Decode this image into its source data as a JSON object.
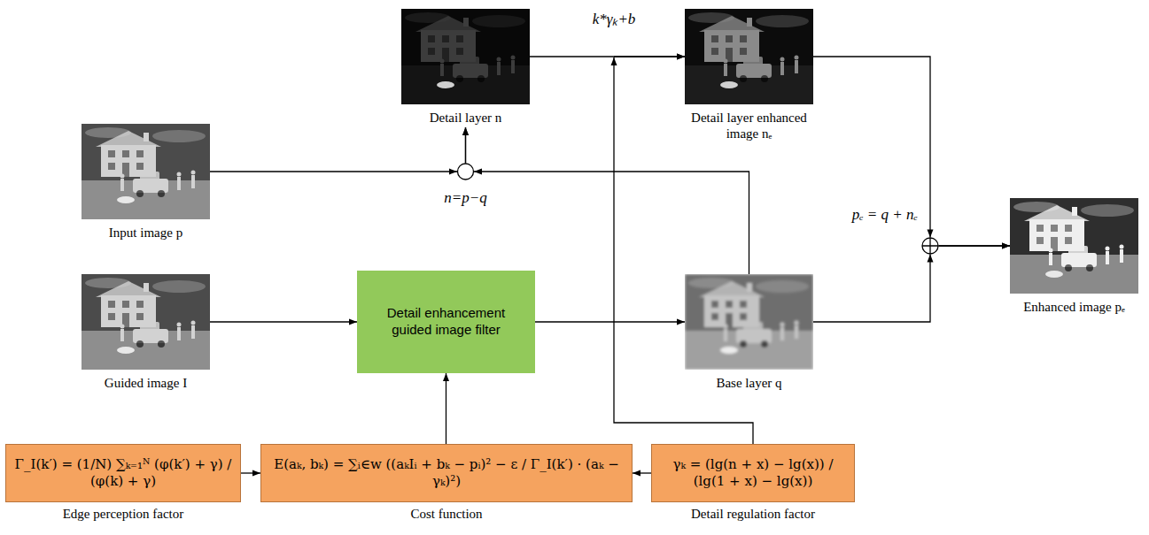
{
  "diagram": {
    "nodes": [
      {
        "text": [
          "Detail layer n"
        ]
      },
      {
        "text": [
          "Detail layer enhanced image nₑ"
        ]
      },
      {
        "text": [
          "Input image p"
        ]
      },
      {
        "text": [
          "Guided image I"
        ]
      },
      {
        "text": [
          "Detail enhancement guided image filter"
        ]
      },
      {
        "text": [
          "Base layer q"
        ]
      },
      {
        "text": [
          "Enhanced image pₑ"
        ]
      },
      {
        "text": [
          "Γ_I(k′) = (1/N) ∑ₖ₌₁ᴺ (φ(k′) + γ) / (φ(k) + γ)",
          "Edge perception factor"
        ]
      },
      {
        "text": [
          "E(aₖ, bₖ) = ∑ᵢ∈w ((aₖIᵢ + bₖ − pᵢ)² − ε / Γ_I(k′) · (aₖ − γₖ)²)",
          "Cost function"
        ]
      },
      {
        "text": [
          "γₖ = (lg(n + x) − lg(x)) / (lg(1 + x) − lg(x))",
          "Detail regulation factor"
        ]
      }
    ],
    "edges": [
      {
        "from": 2,
        "to": 0,
        "arrow": "to"
      },
      {
        "from": 5,
        "to": 0,
        "arrow": "to"
      },
      {
        "from": 0,
        "to": 1,
        "label": "k*γₖ+b",
        "arrow": "to"
      },
      {
        "from": 3,
        "to": 4,
        "arrow": "to"
      },
      {
        "from": 4,
        "to": 5,
        "arrow": "to"
      },
      {
        "from": 1,
        "to": 6,
        "arrow": "to"
      },
      {
        "from": 5,
        "to": 6,
        "arrow": "to"
      },
      {
        "from": 7,
        "to": 8,
        "arrow": "to"
      },
      {
        "from": 9,
        "to": 8,
        "arrow": "to"
      },
      {
        "from": 8,
        "to": 4,
        "arrow": "to"
      },
      {
        "from": 9,
        "to": 1,
        "arrow": "to"
      }
    ],
    "labels": [
      "n=p−q",
      "pₑ = q + nₑ"
    ]
  }
}
